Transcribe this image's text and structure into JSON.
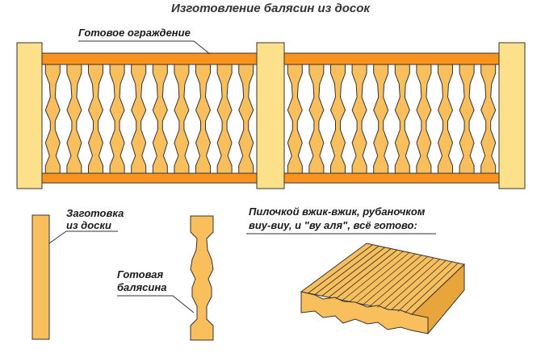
{
  "title": "Изготовление балясин из досок",
  "labels": {
    "fence": "Готовое ограждение",
    "blank_line1": "Заготовка",
    "blank_line2": "из доски",
    "baluster_line1": "Готовая",
    "baluster_line2": "балясина",
    "process_line1": "Пилочкой вжик-вжик, рубаночком",
    "process_line2": "виу-виу, и \"ву аля\", всё готово:"
  },
  "colors": {
    "post": "#fce08a",
    "rail": "#f7931e",
    "wood": "#f8bf5c",
    "wood_dark": "#e8a53c",
    "outline": "#333333"
  }
}
